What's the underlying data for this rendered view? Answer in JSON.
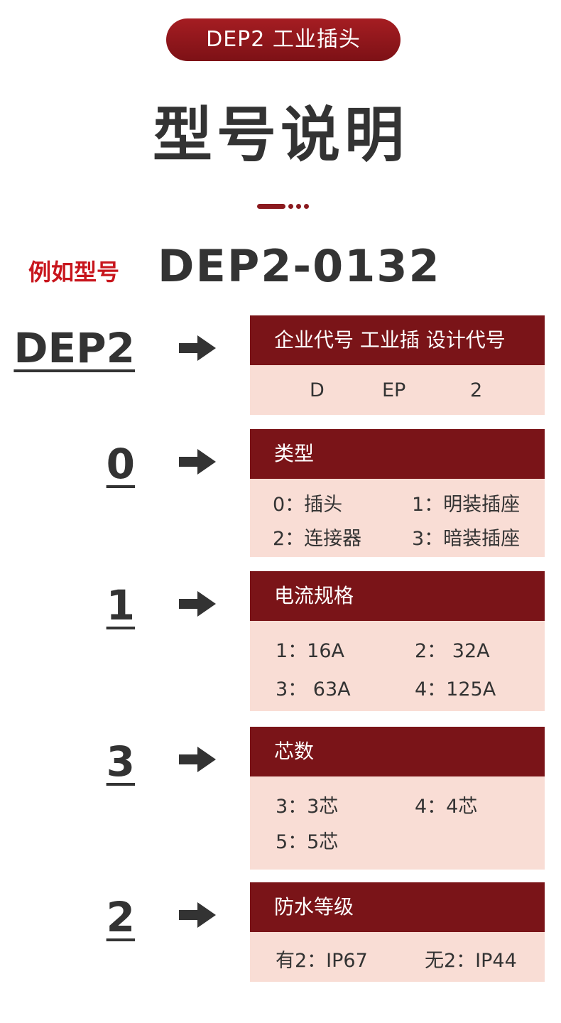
{
  "header": {
    "badge": "DEP2 工业插头",
    "title": "型号说明"
  },
  "example": {
    "label": "例如型号",
    "model": "DEP2-0132"
  },
  "sections": [
    {
      "code": "DEP2",
      "title": "企业代号 工业插 设计代号",
      "items": [
        "D",
        "EP",
        "2"
      ]
    },
    {
      "code": "0",
      "title": "类型",
      "items": [
        "0：插头",
        "1：明装插座",
        "2：连接器",
        "3：暗装插座"
      ]
    },
    {
      "code": "1",
      "title": "电流规格",
      "items": [
        "1：16A",
        "2： 32A",
        "3： 63A",
        "4：125A"
      ]
    },
    {
      "code": "3",
      "title": "芯数",
      "items": [
        "3：3芯",
        "4：4芯",
        "5：5芯"
      ]
    },
    {
      "code": "2",
      "title": "防水等级",
      "items": [
        "有2：IP67",
        "无2：IP44"
      ]
    }
  ],
  "colors": {
    "accent": "#7a1418",
    "highlight": "#c8161d",
    "panel": "#f9ddd5"
  }
}
